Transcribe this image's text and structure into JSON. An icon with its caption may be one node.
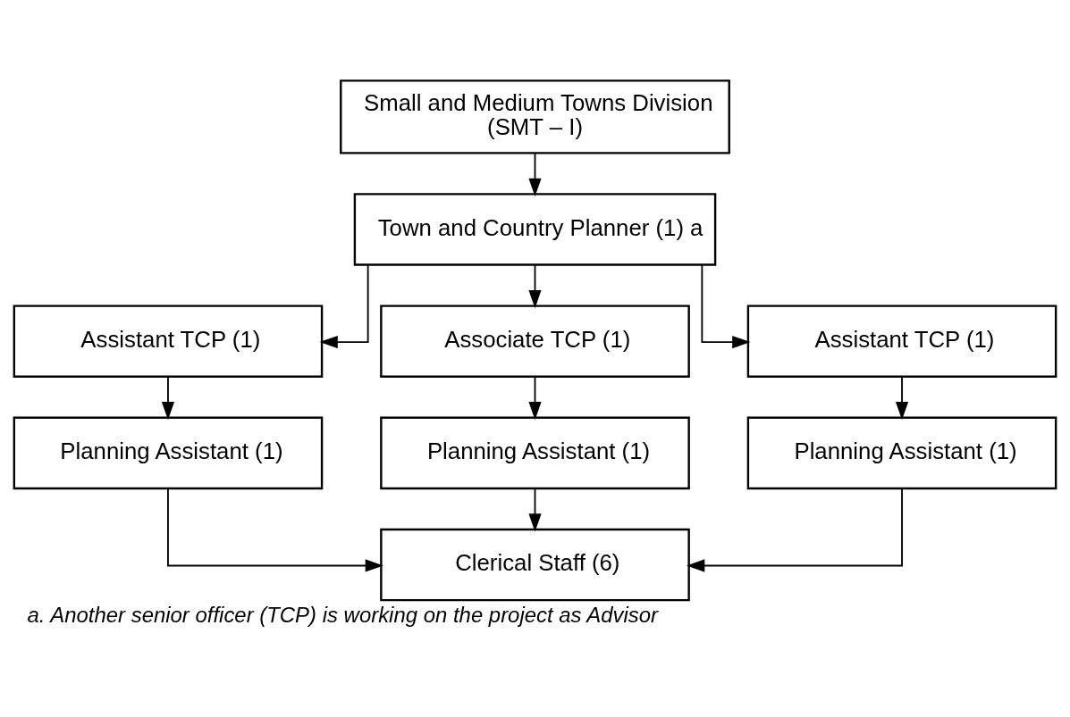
{
  "diagram": {
    "caption": "a. Another senior officer (TCP) is working on the project as Advisor",
    "nodes": [
      {
        "text": [
          "Small and Medium Towns Division (SMT – I)"
        ]
      },
      {
        "text": [
          "Town and Country Planner (1) a"
        ]
      },
      {
        "text": [
          "Assistant TCP (1)"
        ]
      },
      {
        "text": [
          "Associate TCP (1)"
        ]
      },
      {
        "text": [
          "Assistant TCP (1)"
        ]
      },
      {
        "text": [
          "Planning Assistant (1)"
        ]
      },
      {
        "text": [
          "Planning Assistant (1)"
        ]
      },
      {
        "text": [
          "Planning Assistant (1)"
        ]
      },
      {
        "text": [
          "Clerical Staff (6)"
        ]
      }
    ],
    "edges": [
      {
        "from": 0,
        "to": 1,
        "arrow": "to"
      },
      {
        "from": 1,
        "to": 2,
        "arrow": "to"
      },
      {
        "from": 1,
        "to": 3,
        "arrow": "to"
      },
      {
        "from": 1,
        "to": 4,
        "arrow": "to"
      },
      {
        "from": 2,
        "to": 5,
        "arrow": "to"
      },
      {
        "from": 3,
        "to": 6,
        "arrow": "to"
      },
      {
        "from": 4,
        "to": 7,
        "arrow": "to"
      },
      {
        "from": 5,
        "to": 8,
        "arrow": "to"
      },
      {
        "from": 6,
        "to": 8,
        "arrow": "to"
      },
      {
        "from": 7,
        "to": 8,
        "arrow": "to"
      }
    ]
  }
}
